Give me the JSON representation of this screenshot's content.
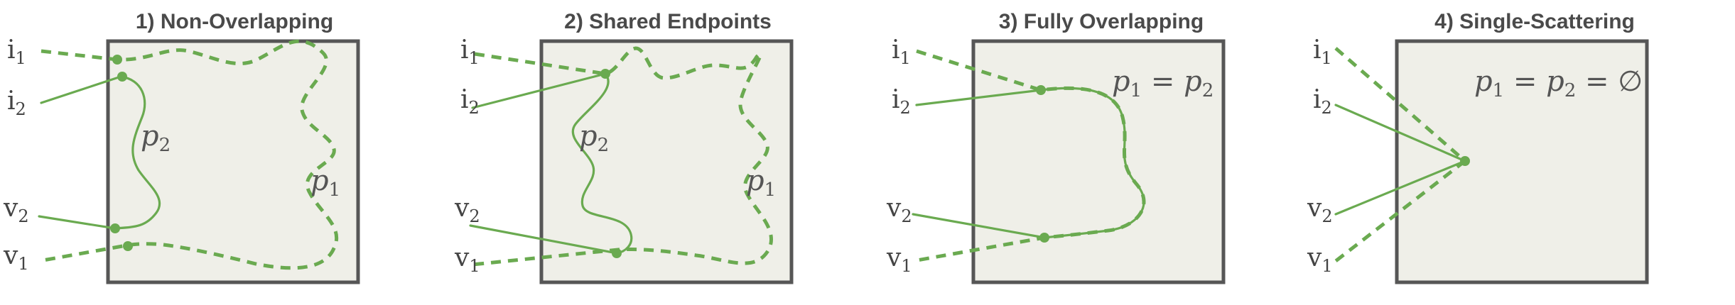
{
  "colors": {
    "path": "#6aaa50",
    "box_fill": "#efefe8",
    "box_border": "#565656",
    "text": "#4a4a4a"
  },
  "panels": [
    {
      "title": "1) Non-Overlapping",
      "labels": {
        "i1": "i",
        "i1_sub": "1",
        "i2": "i",
        "i2_sub": "2",
        "v2": "v",
        "v2_sub": "2",
        "v1": "v",
        "v1_sub": "1"
      },
      "path_labels": {
        "p2": "p",
        "p2_sub": "2",
        "p1": "p",
        "p1_sub": "1"
      }
    },
    {
      "title": "2) Shared Endpoints",
      "labels": {
        "i1": "i",
        "i1_sub": "1",
        "i2": "i",
        "i2_sub": "2",
        "v2": "v",
        "v2_sub": "2",
        "v1": "v",
        "v1_sub": "1"
      },
      "path_labels": {
        "p2": "p",
        "p2_sub": "2",
        "p1": "p",
        "p1_sub": "1"
      }
    },
    {
      "title": "3) Fully Overlapping",
      "labels": {
        "i1": "i",
        "i1_sub": "1",
        "i2": "i",
        "i2_sub": "2",
        "v2": "v",
        "v2_sub": "2",
        "v1": "v",
        "v1_sub": "1"
      },
      "equation": {
        "a": "p",
        "a_sub": "1",
        "eq": " = ",
        "b": "p",
        "b_sub": "2"
      }
    },
    {
      "title": "4) Single-Scattering",
      "labels": {
        "i1": "i",
        "i1_sub": "1",
        "i2": "i",
        "i2_sub": "2",
        "v2": "v",
        "v2_sub": "2",
        "v1": "v",
        "v1_sub": "1"
      },
      "equation": {
        "a": "p",
        "a_sub": "1",
        "eq": " = ",
        "b": "p",
        "b_sub": "2",
        "eq2": " = ",
        "empty": "∅"
      }
    }
  ]
}
